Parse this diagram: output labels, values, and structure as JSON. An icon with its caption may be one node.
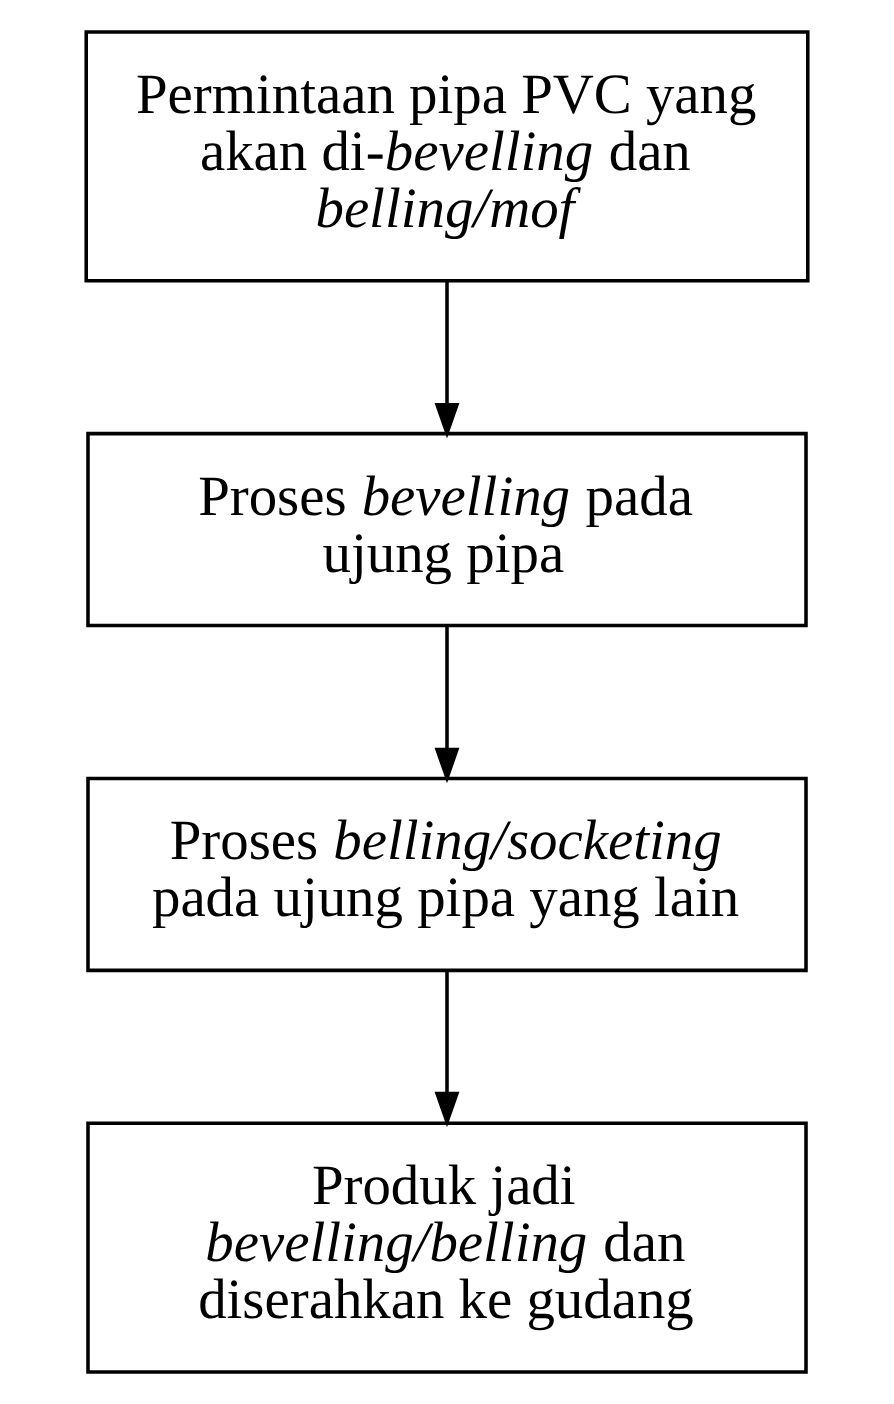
{
  "diagram": {
    "nodes": [
      {
        "text": [
          "Permintaan pipa PVC yang akan di-*bevelling* dan *belling/mof*"
        ]
      },
      {
        "text": [
          "Proses *bevelling* pada ujung pipa"
        ]
      },
      {
        "text": [
          "Proses *belling/socketing* pada ujung pipa yang lain"
        ]
      },
      {
        "text": [
          "Produk jadi *bevelling/belling* dan diserahkan ke gudang"
        ]
      }
    ],
    "edges": [
      {
        "from": 0,
        "to": 1,
        "arrow": "to"
      },
      {
        "from": 1,
        "to": 2,
        "arrow": "to"
      },
      {
        "from": 2,
        "to": 3,
        "arrow": "to"
      }
    ]
  }
}
